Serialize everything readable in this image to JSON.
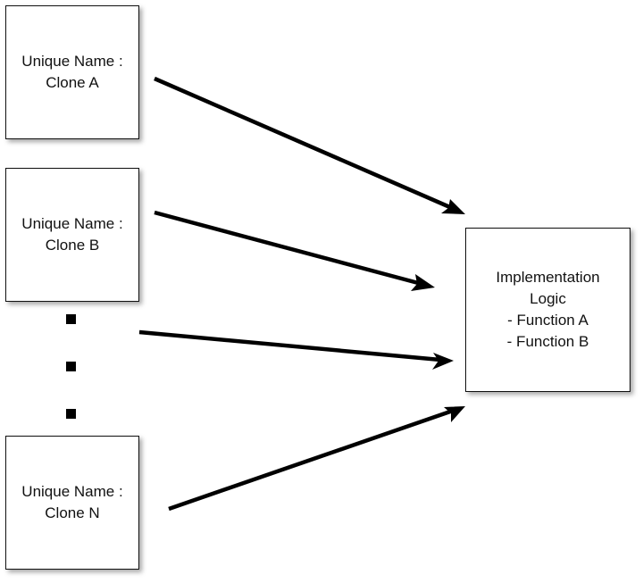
{
  "clone_boxes": [
    {
      "line1": "Unique Name :",
      "line2": "Clone A"
    },
    {
      "line1": "Unique Name :",
      "line2": "Clone B"
    },
    {
      "line1": "Unique Name :",
      "line2": "Clone N"
    }
  ],
  "implementation_box": {
    "lines": [
      "Implementation",
      "Logic",
      "- Function A",
      "- Function B"
    ]
  },
  "colors": {
    "stroke": "#111111",
    "arrow": "#000000",
    "background": "#ffffff"
  }
}
